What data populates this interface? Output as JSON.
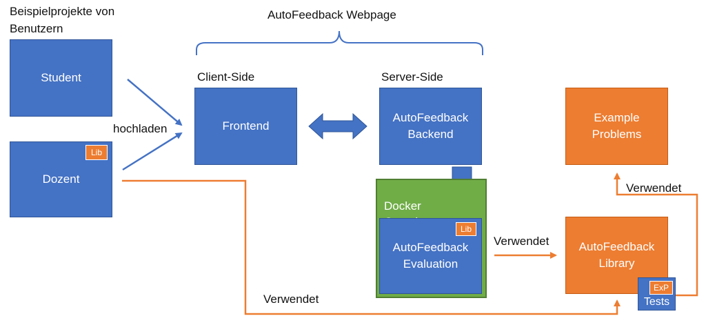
{
  "labels": {
    "examples_heading_line1": "Beispielprojekte von",
    "examples_heading_line2": "Benutzern",
    "webpage": "AutoFeedback Webpage",
    "client_side": "Client-Side",
    "server_side": "Server-Side",
    "upload": "hochladen",
    "uses_eval_library": "Verwendet",
    "uses_library_examples": "Verwendet",
    "uses_dozent_tests": "Verwendet"
  },
  "nodes": {
    "student": "Student",
    "dozent": "Dozent",
    "frontend": "Frontend",
    "backend": "AutoFeedback\nBackend",
    "docker": "Docker\nContainer",
    "evaluation": "AutoFeedback\nEvaluation",
    "library": "AutoFeedback\nLibrary",
    "example_problems": "Example\nProblems",
    "tests": "Tests"
  },
  "badges": {
    "dozent": "Lib",
    "evaluation": "Lib",
    "tests": "ExP"
  },
  "colors": {
    "blue": "#4472c4",
    "orange": "#ed7d31",
    "green": "#70ad47"
  }
}
